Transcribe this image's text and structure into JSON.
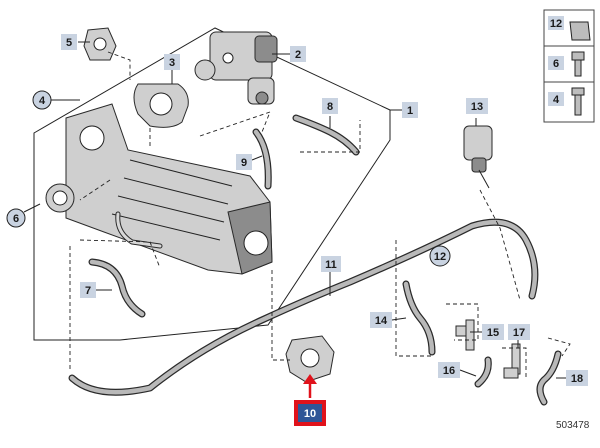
{
  "diagram_id": "503478",
  "callouts": {
    "c1": "1",
    "c2": "2",
    "c3": "3",
    "c4": "4",
    "c5": "5",
    "c6": "6",
    "c7": "7",
    "c8": "8",
    "c9": "9",
    "c10": "10",
    "c11": "11",
    "c12": "12",
    "c13": "13",
    "c14": "14",
    "c15": "15",
    "c16": "16",
    "c17": "17",
    "c18": "18"
  },
  "legend": {
    "row1": "12",
    "row2": "6",
    "row3": "4"
  },
  "colors": {
    "callout_bg": "#c9d3e1",
    "highlight": "#e0121b",
    "highlight_bg": "#2f5597"
  }
}
